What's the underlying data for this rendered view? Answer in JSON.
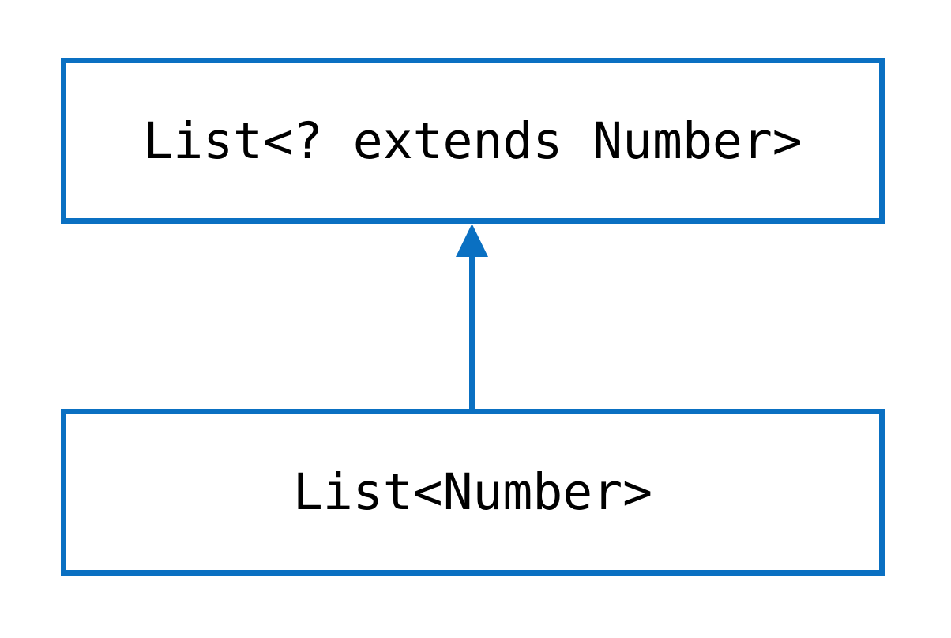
{
  "diagram": {
    "nodes": [
      {
        "id": "supertype",
        "label": "List<? extends Number>"
      },
      {
        "id": "subtype",
        "label": "List<Number>"
      }
    ],
    "edges": [
      {
        "from": "subtype",
        "to": "supertype",
        "style": "solid",
        "head": "filled-triangle",
        "direction": "up"
      }
    ]
  },
  "colors": {
    "accent": "#0a70c2",
    "text": "#000000",
    "background": "#ffffff"
  }
}
